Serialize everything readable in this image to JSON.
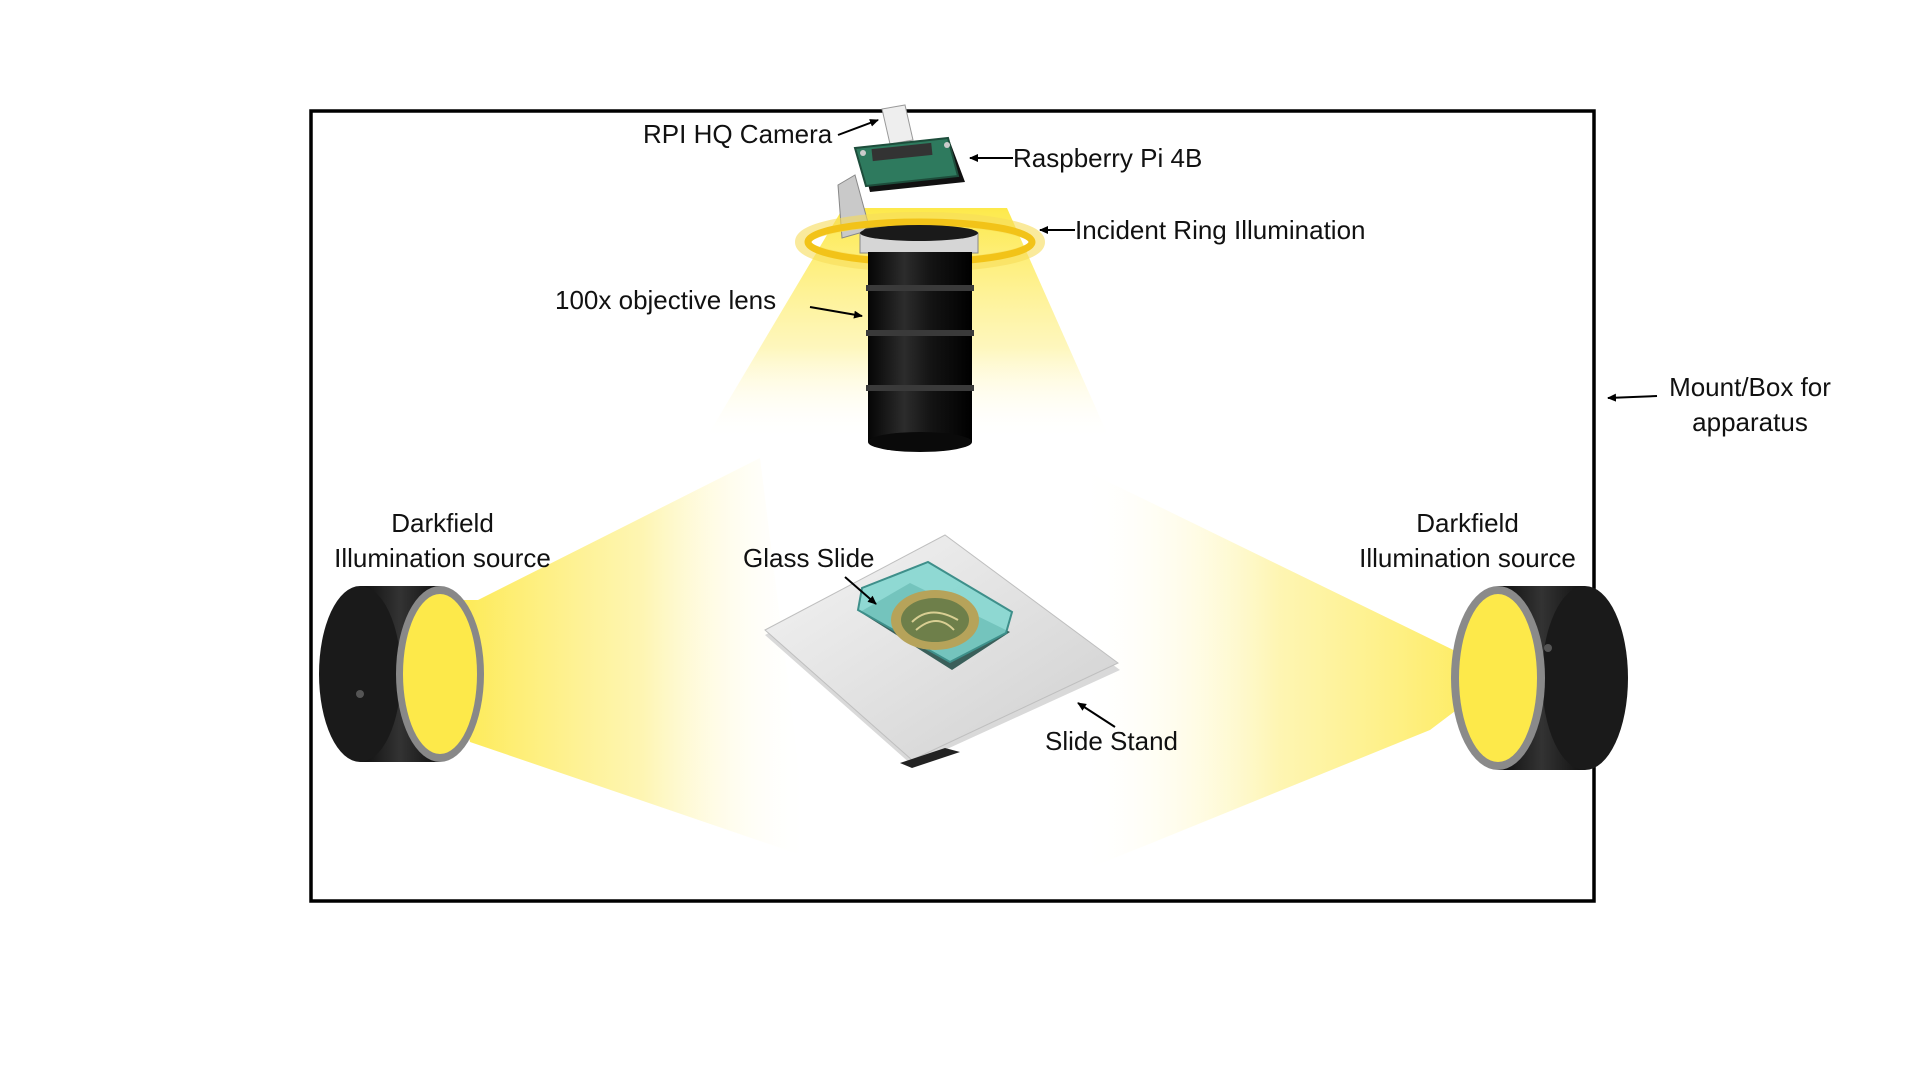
{
  "diagram": {
    "labels": {
      "rpi_hq_camera": "RPI HQ Camera",
      "raspberry_pi": "Raspberry Pi 4B",
      "ring_illumination": "Incident Ring Illumination",
      "objective_lens": "100x objective lens",
      "mount_line1": "Mount/Box for",
      "mount_line2": "apparatus",
      "darkfield_left_line1": "Darkfield",
      "darkfield_left_line2": "Illumination source",
      "darkfield_right_line1": "Darkfield",
      "darkfield_right_line2": "Illumination source",
      "glass_slide": "Glass Slide",
      "slide_stand": "Slide Stand"
    },
    "colors": {
      "light_yellow": "#fde94a",
      "ring_gold": "#f2c318",
      "box_border": "#000000",
      "pcb_green": "#2e7a5e",
      "lens_black": "#151515",
      "glass_cyan": "#7fd6cf"
    }
  }
}
